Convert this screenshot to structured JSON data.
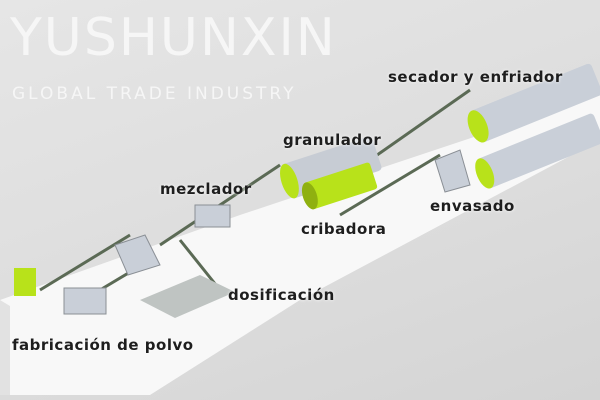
{
  "labels": {
    "secador": "secador y enfriador",
    "granulador": "granulador",
    "mezclador": "mezclador",
    "envasado": "envasado",
    "cribadora": "cribadora",
    "dosificacion": "dosificación",
    "fabricacion": "fabricación de polvo"
  },
  "watermark": {
    "brand": "YUSHUNXIN",
    "tagline": "GLOBAL TRADE INDUSTRY"
  },
  "colors": {
    "machine_green": "#b8e21a",
    "machine_grey": "#c9cfd8",
    "conveyor": "#5b6a55",
    "platform": "#f7f7f7"
  }
}
